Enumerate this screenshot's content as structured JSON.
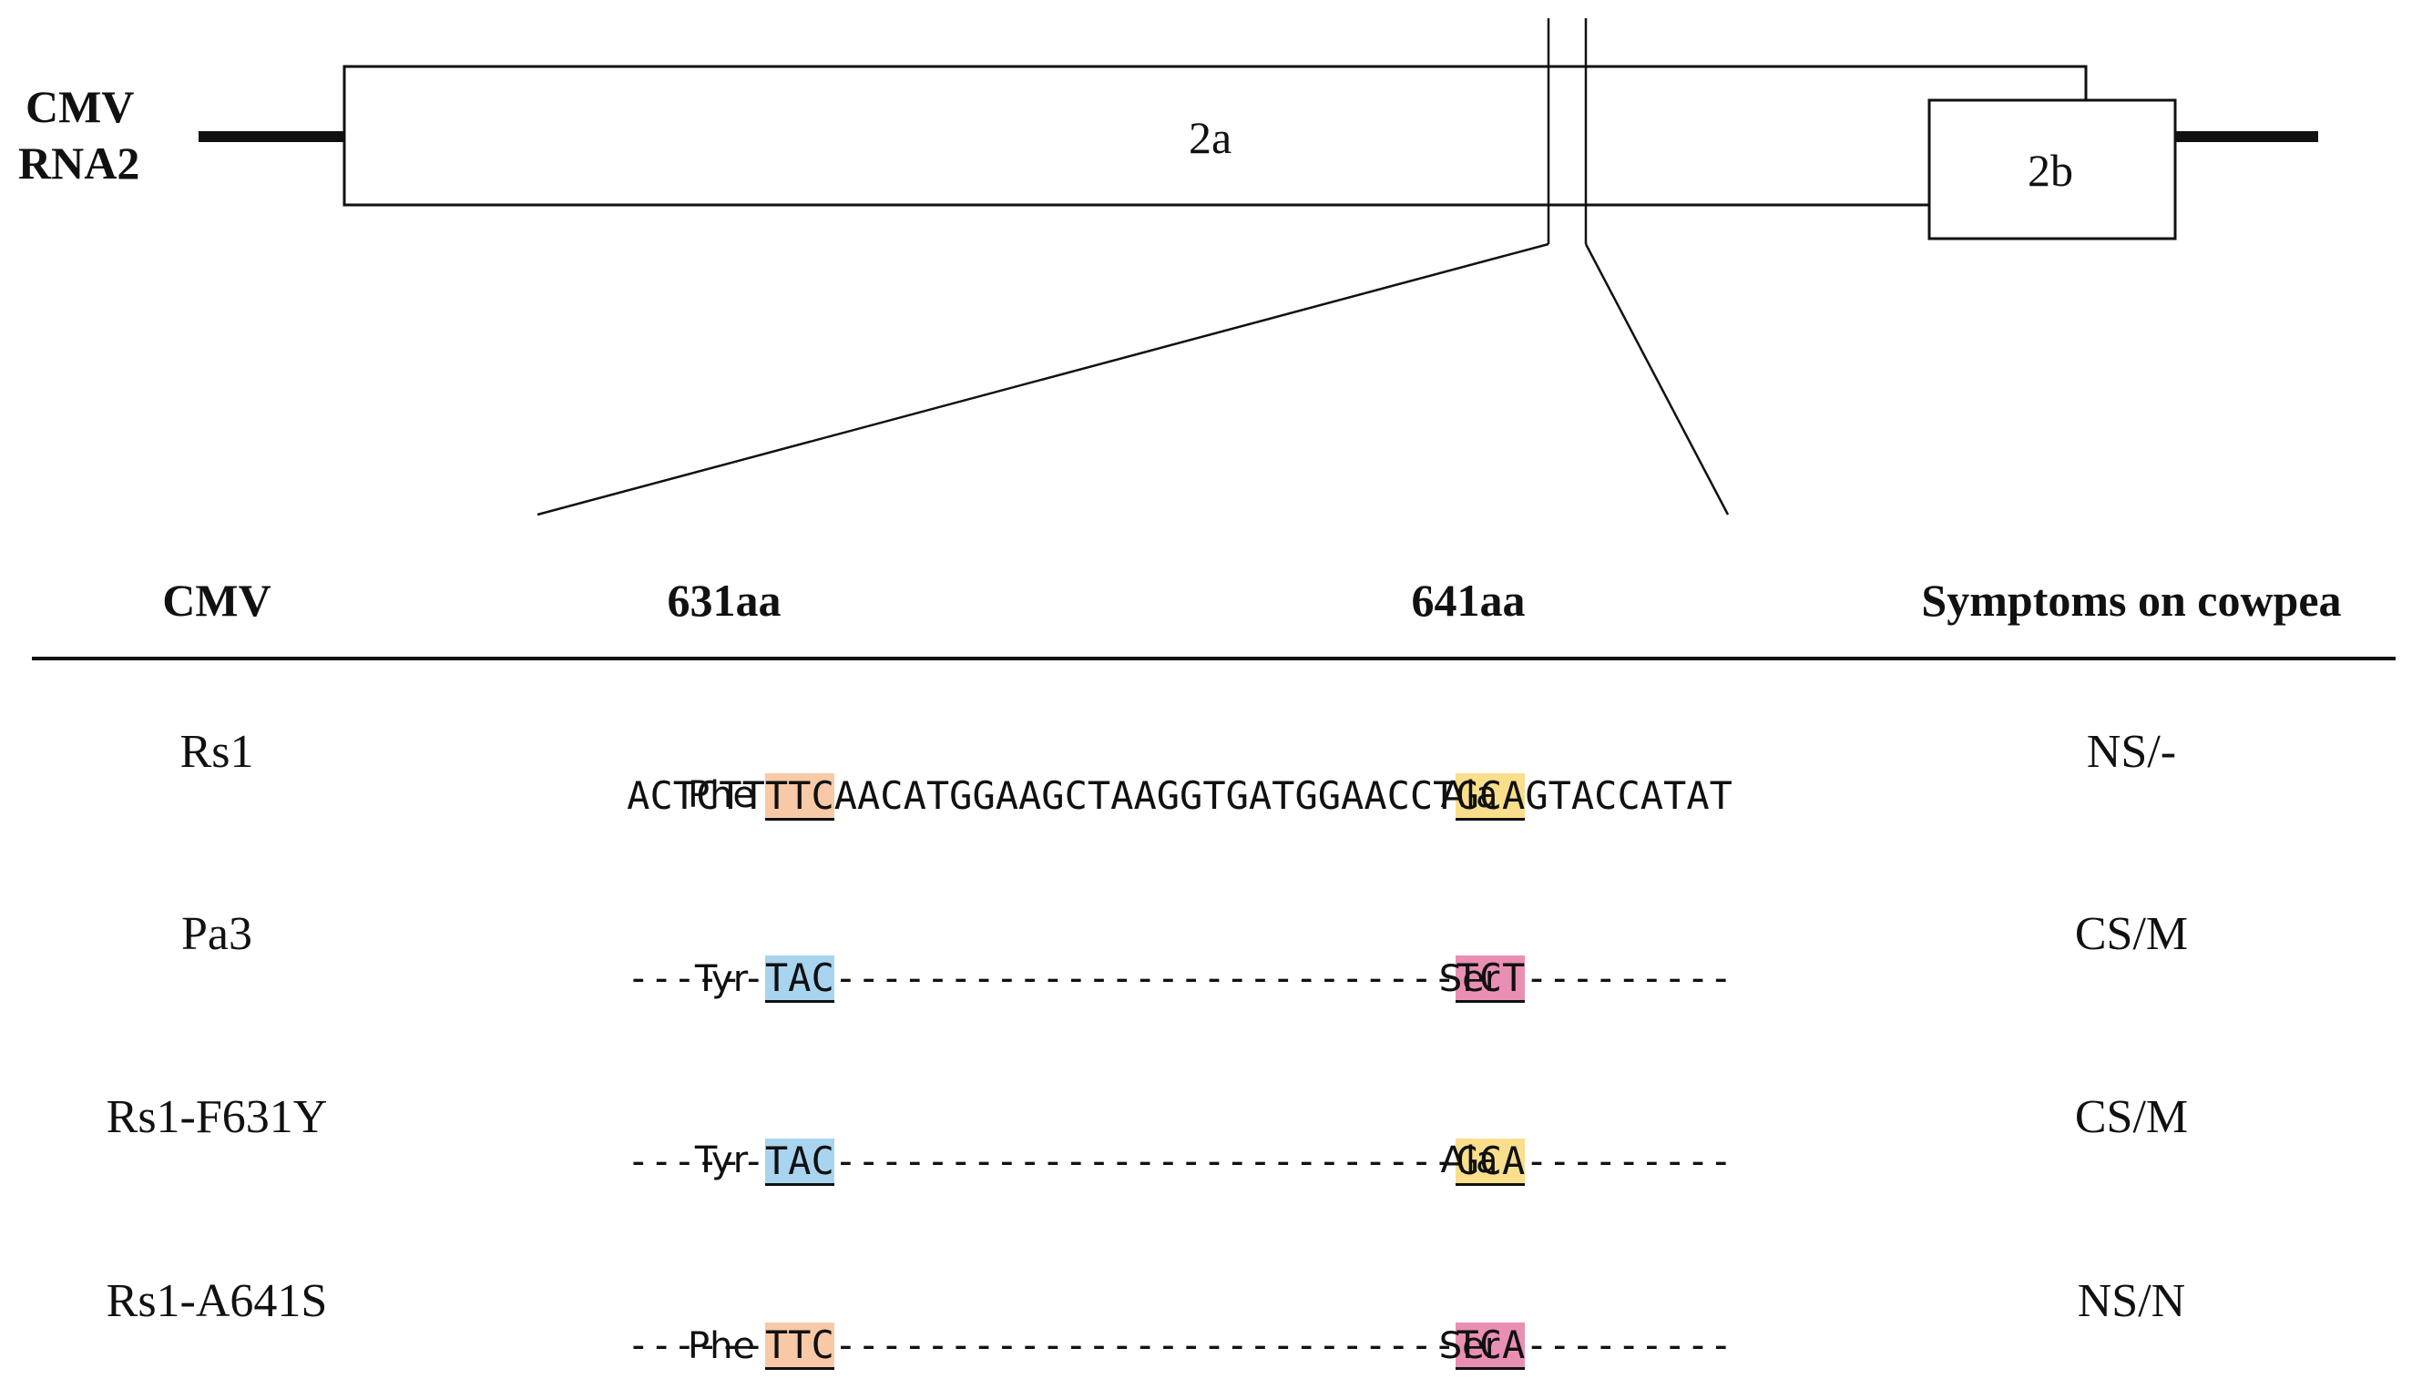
{
  "genome": {
    "label_line1": "CMV",
    "label_line2": "RNA2",
    "orf_2a": "2a",
    "orf_2b": "2b"
  },
  "table": {
    "headers": {
      "strain": "CMV",
      "pos1": "631aa",
      "pos2": "641aa",
      "symptoms": "Symptoms on cowpea"
    },
    "rows": [
      {
        "strain": "Rs1",
        "seq_before": "ACTCTT",
        "codon1": "TTC",
        "seq_middle": "AACATGGAAGCTAAGGTGATGGAACCT",
        "codon2": "GCA",
        "seq_after": "GTACCATAT",
        "aa1": "Phe",
        "aa2": "Ala",
        "symptoms": "NS/-"
      },
      {
        "strain": "Pa3",
        "seq_before": "------",
        "codon1": "TAC",
        "seq_middle": "---------------------------",
        "codon2": "TCT",
        "seq_after": "---------",
        "aa1": "Tyr",
        "aa2": "Ser",
        "symptoms": "CS/M"
      },
      {
        "strain": "Rs1-F631Y",
        "seq_before": "------",
        "codon1": "TAC",
        "seq_middle": "---------------------------",
        "codon2": "GCA",
        "seq_after": "---------",
        "aa1": "Tyr",
        "aa2": "Ala",
        "symptoms": "CS/M"
      },
      {
        "strain": "Rs1-A641S",
        "seq_before": "------",
        "codon1": "TTC",
        "seq_middle": "---------------------------",
        "codon2": "TCA",
        "seq_after": "---------",
        "aa1": "Phe",
        "aa2": "Ser",
        "symptoms": "NS/N"
      }
    ]
  },
  "colors": {
    "Phe": "#f8c9a6",
    "Tyr": "#a9d4f0",
    "Ala": "#f9de8c",
    "Ser": "#e98fb4"
  }
}
